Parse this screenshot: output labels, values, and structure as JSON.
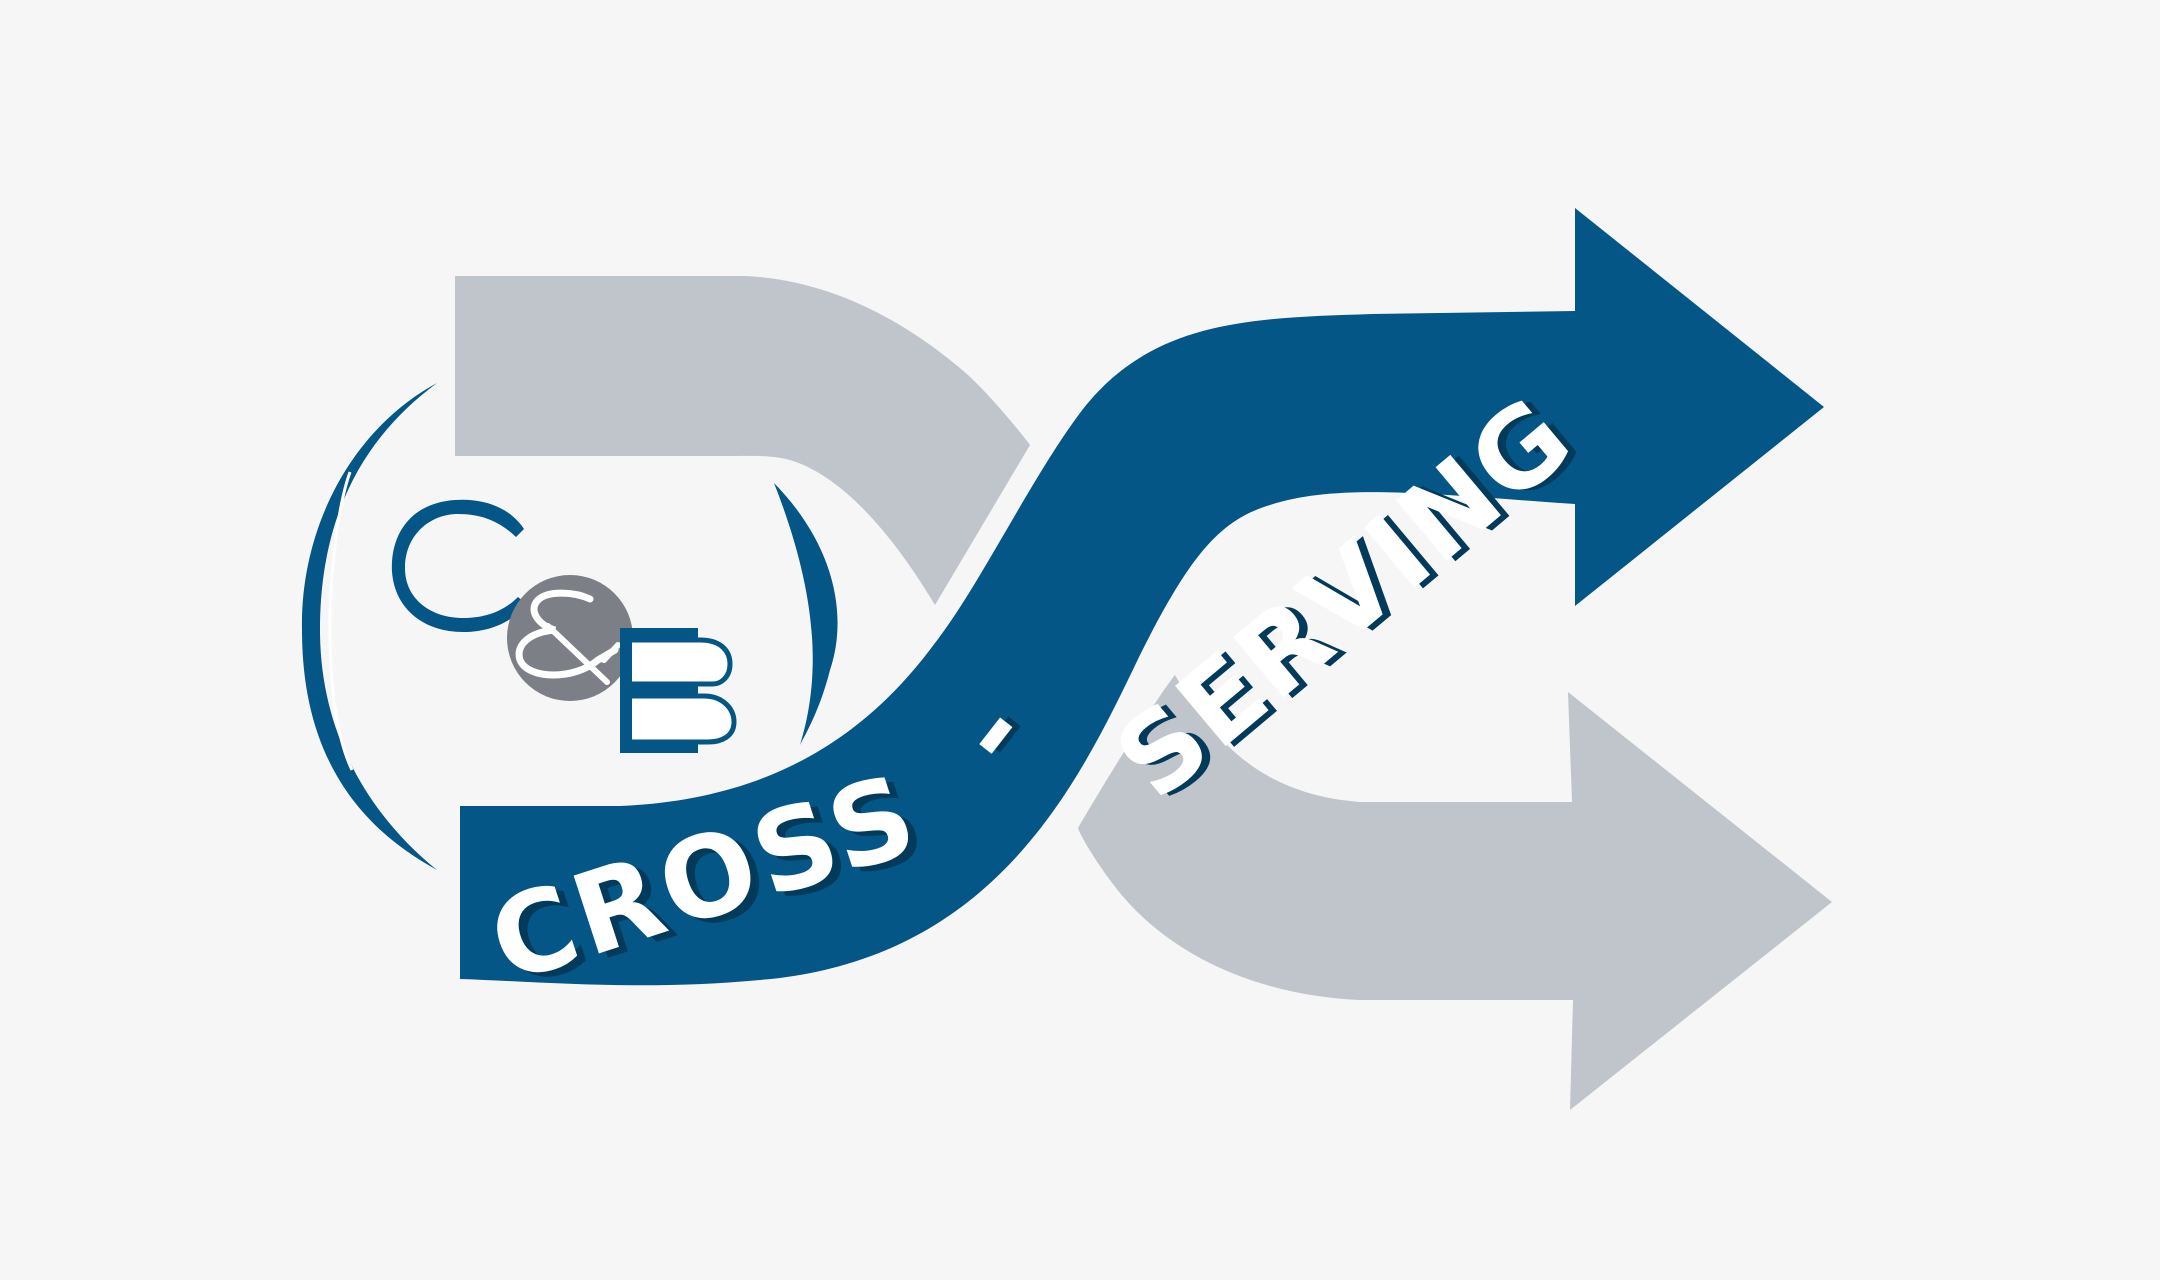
{
  "logo": {
    "wordmark_part1": "CROSS",
    "separator": "-",
    "wordmark_part2": "SERVING",
    "monogram_c": "C",
    "monogram_amp": "&",
    "monogram_b": "B"
  },
  "colors": {
    "background": "#f6f6f6",
    "primary_blue": "#035686",
    "shadow_blue": "#023a5c",
    "grey_arrow": "#c0c4cb",
    "monogram_grey": "#7d7f86",
    "letter_white": "#ffffff"
  }
}
